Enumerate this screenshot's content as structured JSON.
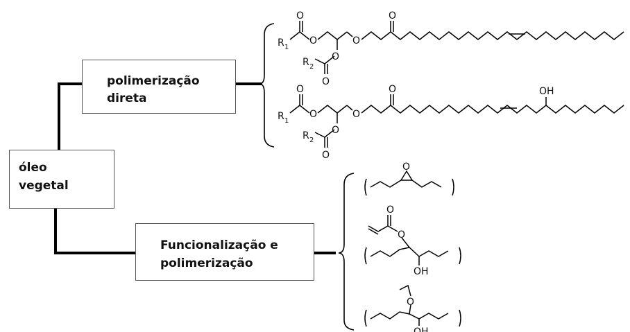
{
  "nodes": {
    "oil": {
      "line1": "óleo",
      "line2": "vegetal"
    },
    "direct_polymerization": {
      "line1": "polimerização",
      "line2": "direta"
    },
    "functionalization": {
      "line1": "Funcionalização e",
      "line2": "polimerização"
    }
  },
  "chemistry": {
    "carbonyl_O": "O",
    "ester_O": "O",
    "hydroxyl": "OH",
    "r1": "R",
    "r2": "R",
    "r1_sub": "1",
    "r2_sub": "2"
  },
  "colors": {
    "line": "#000000",
    "box_border": "#555555",
    "text": "#111111"
  }
}
